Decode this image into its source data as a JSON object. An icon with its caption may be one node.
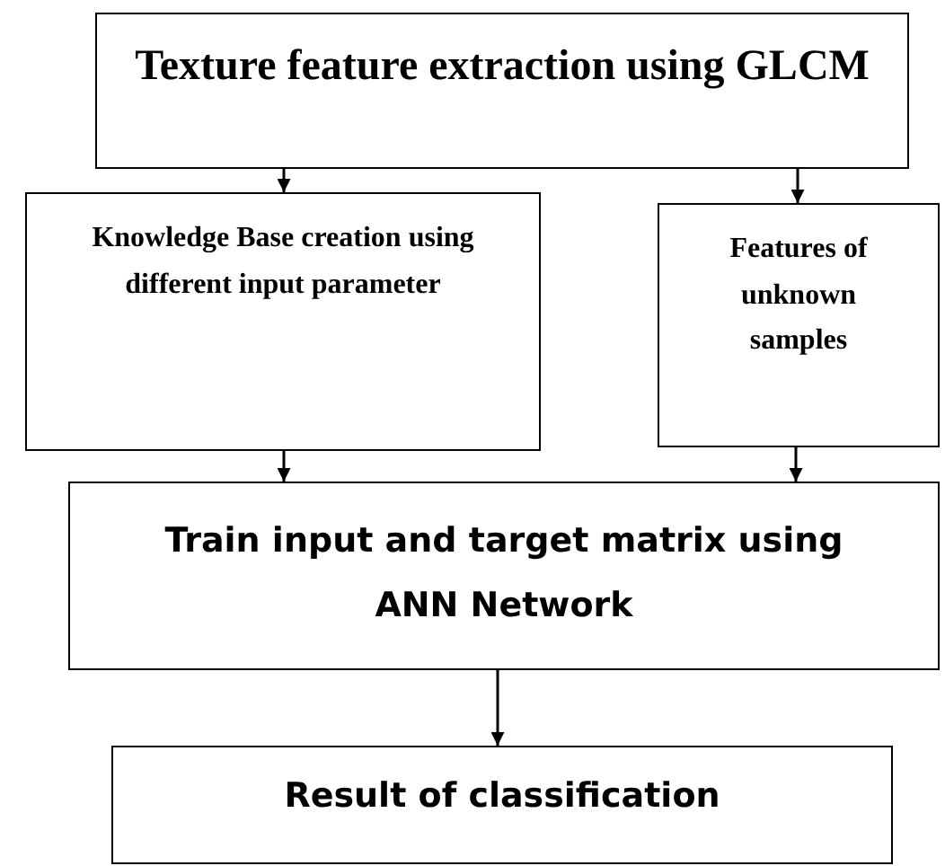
{
  "diagram": {
    "nodes": [
      {
        "text": [
          "Texture feature extraction using GLCM"
        ]
      },
      {
        "text": [
          "Knowledge Base creation using different input parameter"
        ]
      },
      {
        "text": [
          "Features of unknown samples"
        ]
      },
      {
        "text": [
          "Train input and target matrix using ANN Network"
        ]
      },
      {
        "text": [
          "Result of classification"
        ]
      }
    ],
    "edges": [
      {
        "from": 0,
        "to": 1,
        "arrow": "to"
      },
      {
        "from": 0,
        "to": 2,
        "arrow": "to"
      },
      {
        "from": 1,
        "to": 3,
        "arrow": "to"
      },
      {
        "from": 2,
        "to": 3,
        "arrow": "to"
      },
      {
        "from": 3,
        "to": 4,
        "arrow": "to"
      }
    ]
  }
}
